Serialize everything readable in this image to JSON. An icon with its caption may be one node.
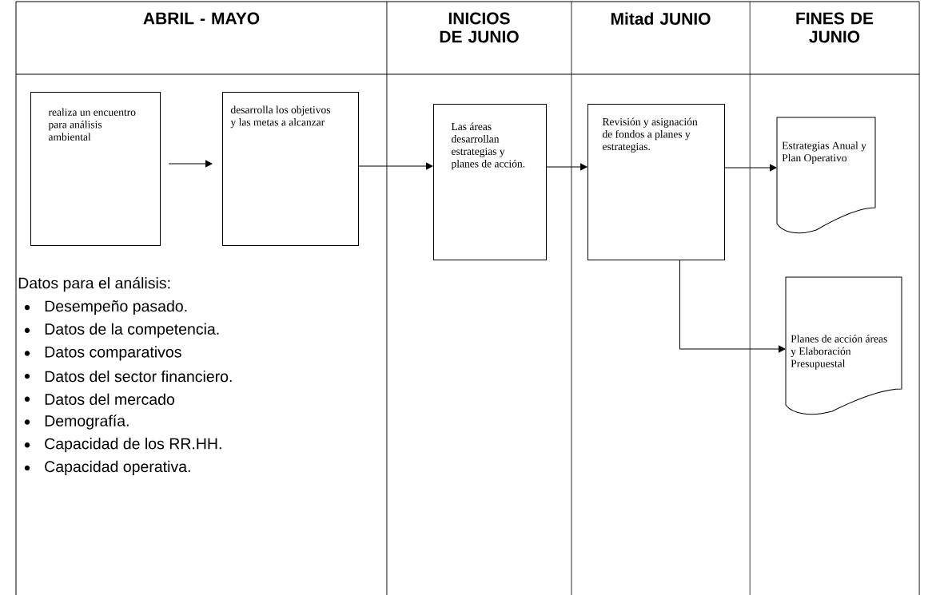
{
  "diagram": {
    "nodes": [
      {
        "text": [
          "realiza un encuentro para análisis ambiental"
        ]
      },
      {
        "text": [
          "desarrolla los objetivos y las metas a alcanzar"
        ]
      },
      {
        "text": [
          "Las áreas desarrollan estrategias y planes de acción."
        ]
      },
      {
        "text": [
          "Revisión y asignación de fondos a planes y estrategias."
        ]
      },
      {
        "text": [
          "Estrategias Anual y Plan Operativo"
        ]
      },
      {
        "text": [
          "Planes de acción áreas y Elaboración Presupuestal"
        ]
      }
    ],
    "edges": [
      {
        "from": 0,
        "to": 1,
        "arrow": "to"
      },
      {
        "from": 1,
        "to": 2,
        "arrow": "to"
      },
      {
        "from": 2,
        "to": 3,
        "arrow": "to"
      },
      {
        "from": 3,
        "to": 4,
        "arrow": "to"
      },
      {
        "from": 3,
        "to": 5,
        "arrow": "to"
      }
    ],
    "labels": [
      "ABRIL - MAYO",
      "INICIOS DE JUNIO",
      "Mitad JUNIO",
      "FINES DE JUNIO",
      "Datos para el análisis:",
      "Desempeño pasado.",
      "Datos de la competencia.",
      "Datos comparativos",
      "Datos del sector financiero.",
      "Datos del mercado",
      "Demografía.",
      "Capacidad de los RR.HH.",
      "Capacidad operativa."
    ]
  }
}
